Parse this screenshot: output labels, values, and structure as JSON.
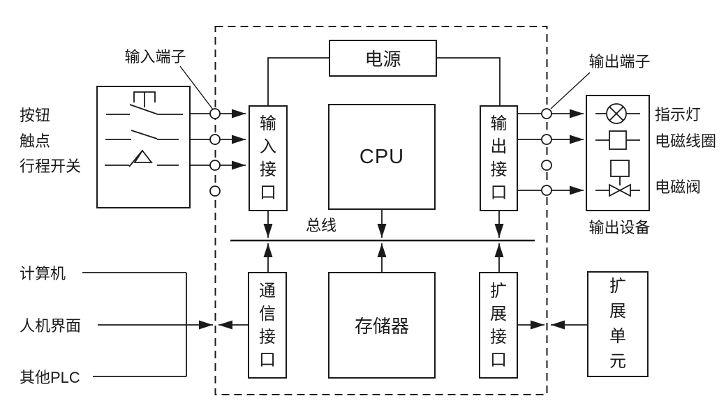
{
  "colors": {
    "line": "#1a1a1a",
    "background": "#ffffff"
  },
  "plc": {
    "power": "电源",
    "cpu": "CPU",
    "bus": "总线",
    "input_interface": "输入接口",
    "output_interface": "输出接口",
    "comm_interface": "通信接口",
    "memory": "存储器",
    "expansion_interface": "扩展接口"
  },
  "external": {
    "input_terminal": "输入端子",
    "output_terminal": "输出端子",
    "output_devices_caption": "输出设备",
    "expansion_unit": "扩展单元",
    "input_device_labels": [
      "按钮",
      "触点",
      "行程开关"
    ],
    "comm_device_labels": [
      "计算机",
      "人机界面",
      "其他PLC"
    ],
    "output_device_labels": [
      "指示灯",
      "电磁线圈",
      "电磁阀"
    ]
  }
}
